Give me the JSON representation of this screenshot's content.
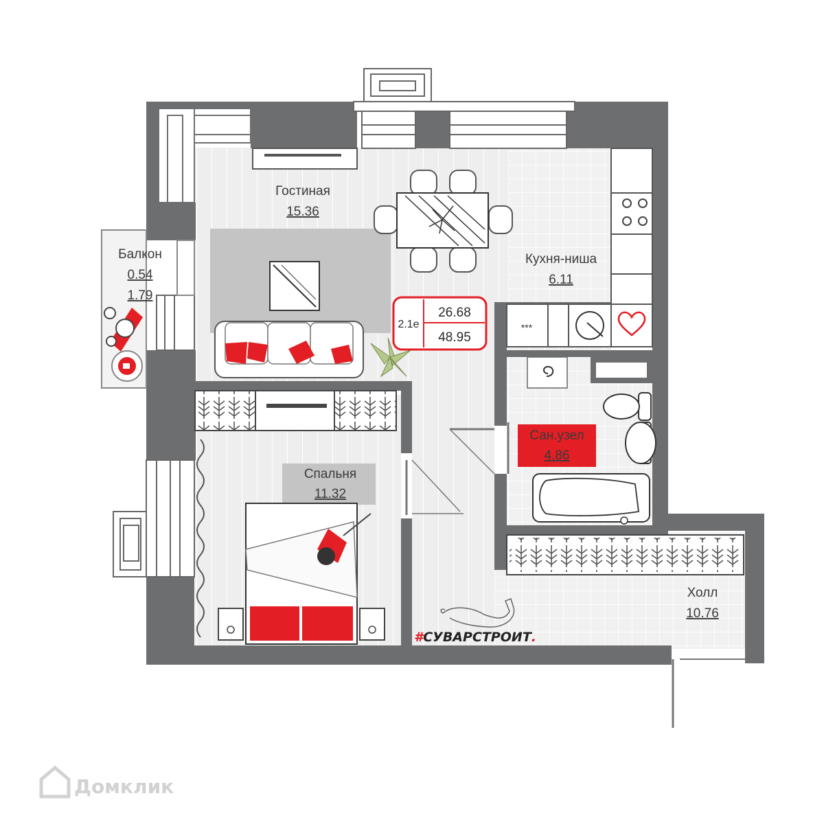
{
  "rooms": {
    "living": {
      "name": "Гостиная",
      "area": "15.36"
    },
    "kitchen": {
      "name": "Кухня-ниша",
      "area": "6.11"
    },
    "balcony": {
      "name": "Балкон",
      "area1": "0.54",
      "area2": "1.79"
    },
    "bedroom": {
      "name": "Спальня",
      "area": "11.32"
    },
    "bathroom": {
      "name": "Сан.узел",
      "area": "4.86"
    },
    "hall": {
      "name": "Холл",
      "area": "10.76"
    }
  },
  "badge": {
    "code": "2.1е",
    "living_area": "26.68",
    "total_area": "48.95"
  },
  "brand": {
    "hash": "#",
    "text": "СУВАРСТРОИТ",
    "dot": "."
  },
  "kitchen_label": "***",
  "watermark": "Домклик",
  "colors": {
    "wall": "#6d6e70",
    "floor": "#ececec",
    "accent": "#e31e24",
    "rug": "#c4c4c4",
    "plant": "#b5c98a"
  }
}
